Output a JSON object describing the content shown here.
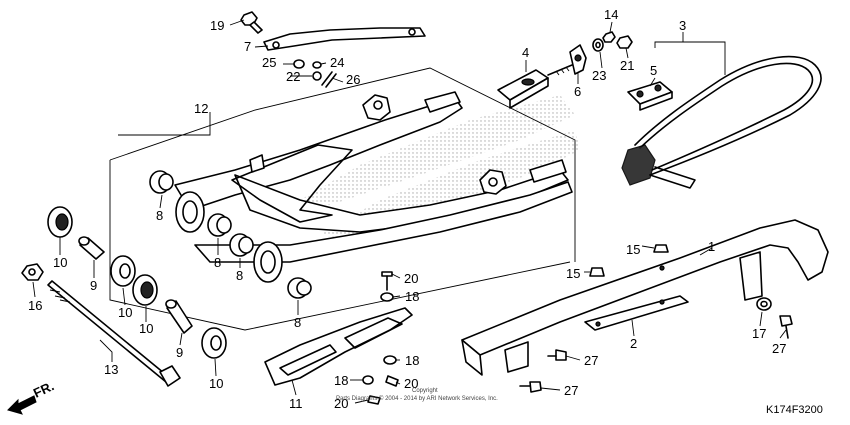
{
  "diagram_code": "K174F3200",
  "direction_label": "FR.",
  "copyright_line1": "Copyright",
  "copyright_line2": "Parts Diagrams © 2004 - 2014 by ARI Network Services, Inc.",
  "callouts": {
    "p1": "1",
    "p2": "2",
    "p3": "3",
    "p4": "4",
    "p5": "5",
    "p6": "6",
    "p7": "7",
    "p8a": "8",
    "p8b": "8",
    "p8c": "8",
    "p8d": "8",
    "p9a": "9",
    "p9b": "9",
    "p10a": "10",
    "p10b": "10",
    "p10c": "10",
    "p10d": "10",
    "p11": "11",
    "p12": "12",
    "p13": "13",
    "p14": "14",
    "p15a": "15",
    "p15b": "15",
    "p16": "16",
    "p17": "17",
    "p18a": "18",
    "p18b": "18",
    "p18c": "18",
    "p19": "19",
    "p20a": "20",
    "p20b": "20",
    "p20c": "20",
    "p21": "21",
    "p22": "22",
    "p23": "23",
    "p24": "24",
    "p25": "25",
    "p26": "26",
    "p27a": "27",
    "p27b": "27",
    "p27c": "27"
  }
}
